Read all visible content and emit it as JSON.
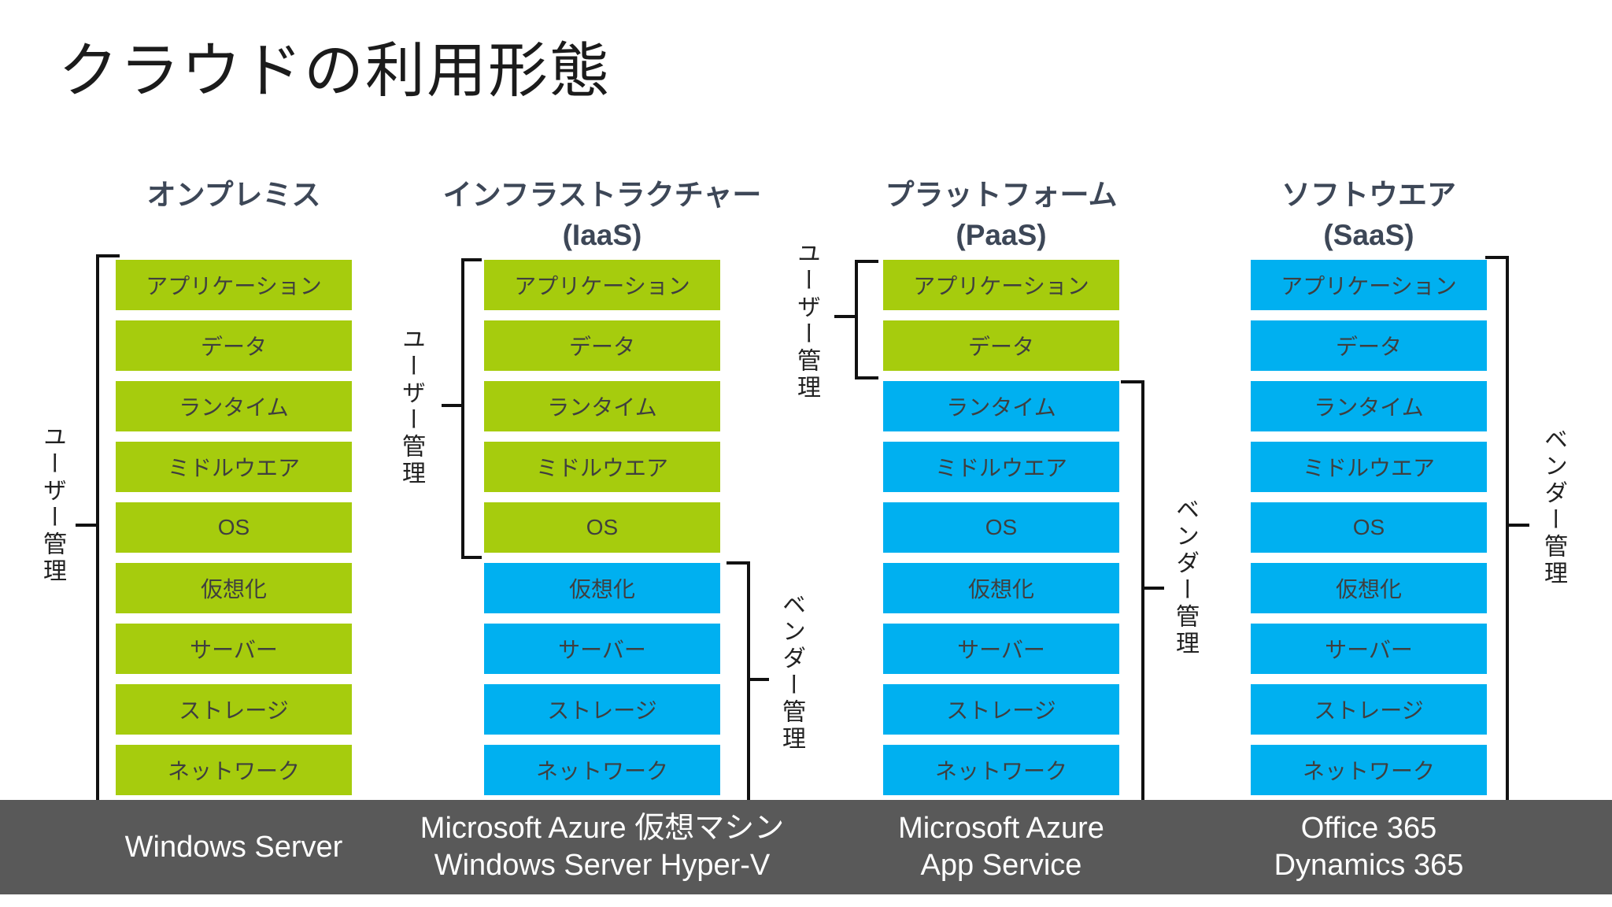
{
  "title": "クラウドの利用形態",
  "colors": {
    "page_bg": "#ffffff",
    "title_text": "#1b1b1b",
    "header_text": "#3d4757",
    "box_text": "#3f3f3f",
    "user_managed_green": "#a6cc0d",
    "vendor_managed_blue": "#00b0f0",
    "bracket_line": "#111111",
    "bracket_text": "#222222",
    "footer_bg": "#595959",
    "footer_text": "#ffffff"
  },
  "management_legend": {
    "user": "ユーザー管理",
    "vendor": "ベンダー管理"
  },
  "columns": [
    {
      "id": "on-premises",
      "title": "オンプレミス",
      "subtitle": "",
      "layers": [
        {
          "label": "アプリケーション",
          "managed_by": "user"
        },
        {
          "label": "データ",
          "managed_by": "user"
        },
        {
          "label": "ランタイム",
          "managed_by": "user"
        },
        {
          "label": "ミドルウエア",
          "managed_by": "user"
        },
        {
          "label": "OS",
          "managed_by": "user"
        },
        {
          "label": "仮想化",
          "managed_by": "user"
        },
        {
          "label": "サーバー",
          "managed_by": "user"
        },
        {
          "label": "ストレージ",
          "managed_by": "user"
        },
        {
          "label": "ネットワーク",
          "managed_by": "user"
        }
      ],
      "brackets": [
        {
          "side": "left",
          "label": "ユーザー管理",
          "from_layer": "アプリケーション",
          "to_layer": "ネットワーク"
        }
      ],
      "footer_lines": [
        "Windows Server"
      ]
    },
    {
      "id": "iaas",
      "title": "インフラストラクチャー",
      "subtitle": "(IaaS)",
      "layers": [
        {
          "label": "アプリケーション",
          "managed_by": "user"
        },
        {
          "label": "データ",
          "managed_by": "user"
        },
        {
          "label": "ランタイム",
          "managed_by": "user"
        },
        {
          "label": "ミドルウエア",
          "managed_by": "user"
        },
        {
          "label": "OS",
          "managed_by": "user"
        },
        {
          "label": "仮想化",
          "managed_by": "vendor"
        },
        {
          "label": "サーバー",
          "managed_by": "vendor"
        },
        {
          "label": "ストレージ",
          "managed_by": "vendor"
        },
        {
          "label": "ネットワーク",
          "managed_by": "vendor"
        }
      ],
      "brackets": [
        {
          "side": "left",
          "label": "ユーザー管理",
          "from_layer": "アプリケーション",
          "to_layer": "OS"
        },
        {
          "side": "right",
          "label": "ベンダー管理",
          "from_layer": "仮想化",
          "to_layer": "ネットワーク"
        }
      ],
      "footer_lines": [
        "Microsoft Azure 仮想マシン",
        "Windows Server Hyper-V"
      ]
    },
    {
      "id": "paas",
      "title": "プラットフォーム",
      "subtitle": "(PaaS)",
      "layers": [
        {
          "label": "アプリケーション",
          "managed_by": "user"
        },
        {
          "label": "データ",
          "managed_by": "user"
        },
        {
          "label": "ランタイム",
          "managed_by": "vendor"
        },
        {
          "label": "ミドルウエア",
          "managed_by": "vendor"
        },
        {
          "label": "OS",
          "managed_by": "vendor"
        },
        {
          "label": "仮想化",
          "managed_by": "vendor"
        },
        {
          "label": "サーバー",
          "managed_by": "vendor"
        },
        {
          "label": "ストレージ",
          "managed_by": "vendor"
        },
        {
          "label": "ネットワーク",
          "managed_by": "vendor"
        }
      ],
      "brackets": [
        {
          "side": "left",
          "label": "ユーザー管理",
          "from_layer": "アプリケーション",
          "to_layer": "データ"
        },
        {
          "side": "right",
          "label": "ベンダー管理",
          "from_layer": "ランタイム",
          "to_layer": "ネットワーク"
        }
      ],
      "footer_lines": [
        "Microsoft Azure",
        "App Service"
      ]
    },
    {
      "id": "saas",
      "title": "ソフトウエア",
      "subtitle": "(SaaS)",
      "layers": [
        {
          "label": "アプリケーション",
          "managed_by": "vendor"
        },
        {
          "label": "データ",
          "managed_by": "vendor"
        },
        {
          "label": "ランタイム",
          "managed_by": "vendor"
        },
        {
          "label": "ミドルウエア",
          "managed_by": "vendor"
        },
        {
          "label": "OS",
          "managed_by": "vendor"
        },
        {
          "label": "仮想化",
          "managed_by": "vendor"
        },
        {
          "label": "サーバー",
          "managed_by": "vendor"
        },
        {
          "label": "ストレージ",
          "managed_by": "vendor"
        },
        {
          "label": "ネットワーク",
          "managed_by": "vendor"
        }
      ],
      "brackets": [
        {
          "side": "right",
          "label": "ベンダー管理",
          "from_layer": "アプリケーション",
          "to_layer": "ネットワーク"
        }
      ],
      "footer_lines": [
        "Office 365",
        "Dynamics 365"
      ]
    }
  ]
}
